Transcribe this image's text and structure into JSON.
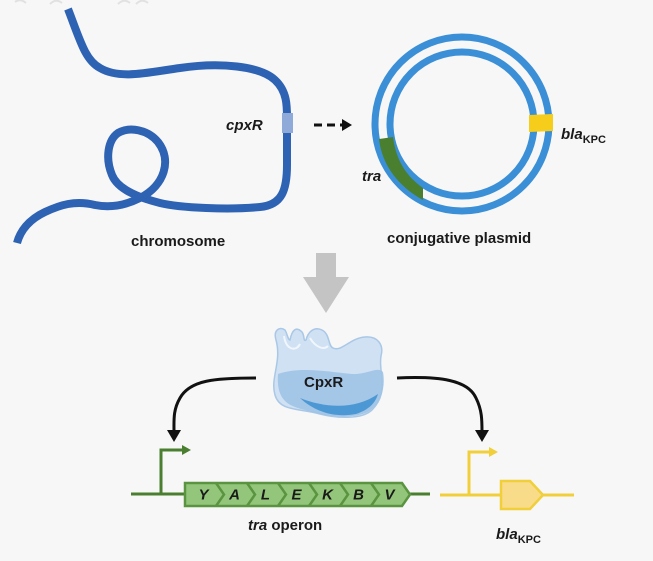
{
  "title": "CpxR regulation of conjugative plasmid genes",
  "colors": {
    "background": "#f7f7f7",
    "chromosome": "#2e62b3",
    "cpxR_marker": "#8fa9d9",
    "plasmid": "#3a8fd6",
    "tra": "#4a7f2f",
    "tra_operon_fill": "#93c67a",
    "tra_operon_stroke": "#5a9440",
    "bla": "#f5cd1a",
    "bla_gene_fill": "#f8dc8a",
    "bla_line": "#f0cf3a",
    "gray_arrow": "#c4c4c4",
    "black_arrow": "#111111",
    "protein_light": "#cfe1f3",
    "protein_mid": "#9ec3e6",
    "protein_dark": "#3d8fd0"
  },
  "chromosome": {
    "label": "chromosome",
    "gene_label": "cpxR"
  },
  "plasmid": {
    "label": "conjugative plasmid",
    "tra_label": "tra",
    "bla_label": "bla",
    "bla_subscript": "KPC"
  },
  "protein": {
    "label": "CpxR"
  },
  "tra_operon": {
    "label_italic": "tra",
    "label_rest": " operon",
    "genes": [
      "Y",
      "A",
      "L",
      "E",
      "K",
      "B",
      "V"
    ]
  },
  "bla_gene": {
    "label": "bla",
    "subscript": "KPC"
  }
}
